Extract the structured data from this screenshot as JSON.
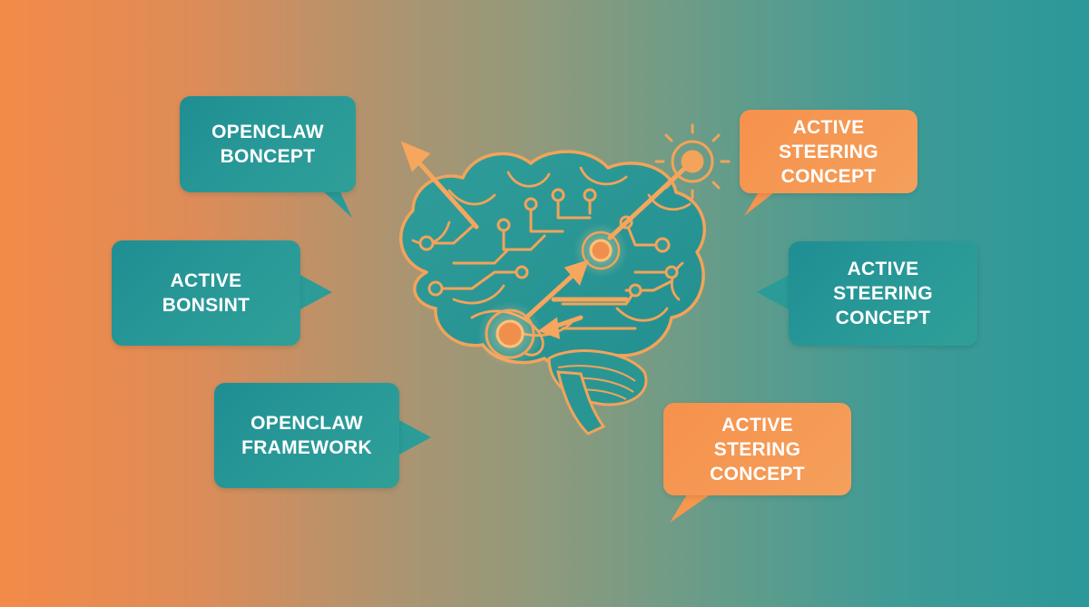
{
  "bubbles": [
    {
      "id": "b1",
      "line1": "OPENCLAW",
      "line2": "BONCEPT",
      "style": "teal"
    },
    {
      "id": "b2",
      "line1": "ACTIVE",
      "line2": "BONSINT",
      "style": "teal"
    },
    {
      "id": "b3",
      "line1": "OPENCLAW",
      "line2": "FRAMEWORK",
      "style": "teal"
    },
    {
      "id": "b4",
      "line1": "ACTIVE STEERING",
      "line2": "CONCEPT",
      "style": "orange"
    },
    {
      "id": "b5",
      "line1": "ACTIVE STEERING",
      "line2": "CONCEPT",
      "style": "teal"
    },
    {
      "id": "b6",
      "line1": "ACTIVE STERING",
      "line2": "CONCEPT",
      "style": "orange"
    }
  ],
  "colors": {
    "teal": "#2a9a98",
    "orange": "#f4944f",
    "brain_fill": "#2f9a97",
    "circuit": "#f3a35a"
  },
  "icons": {
    "center": "brain-circuit-icon",
    "gear": "gear-icon",
    "arrows": "arrow-up-icon"
  }
}
